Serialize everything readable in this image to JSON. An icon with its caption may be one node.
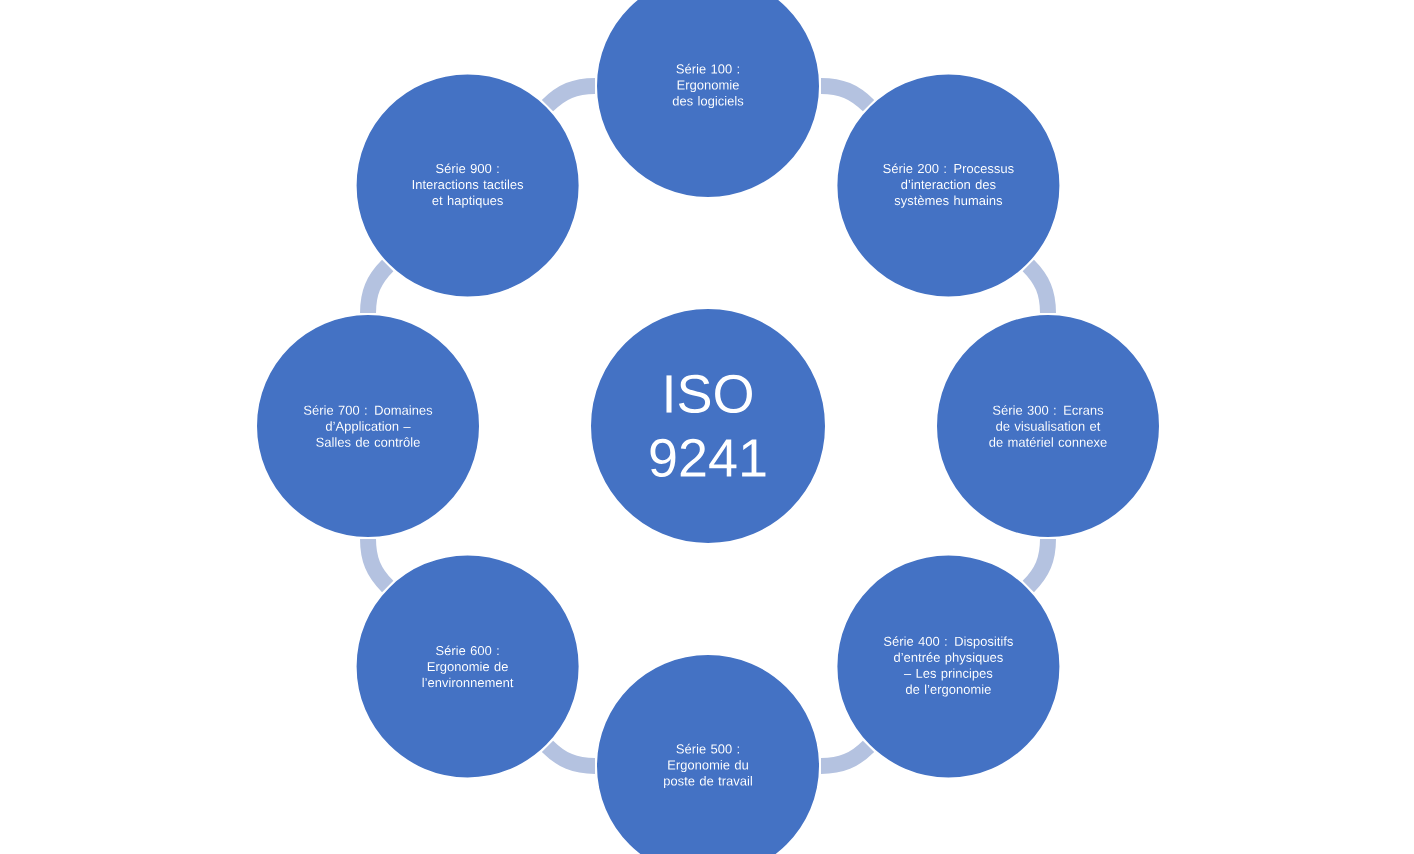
{
  "diagram": {
    "nodes": [
      {
        "text": [
          "ISO 9241"
        ]
      },
      {
        "text": [
          "Série 100 : Ergonomie des logiciels"
        ]
      },
      {
        "text": [
          "Série 200 : Processus d’interaction des systèmes humains"
        ]
      },
      {
        "text": [
          "Série 300 : Ecrans de visualisation et de matériel connexe"
        ]
      },
      {
        "text": [
          "Série 400 : Dispositifs d’entrée physiques – Les principes de l’ergonomie"
        ]
      },
      {
        "text": [
          "Série 500 : Ergonomie du poste de travail"
        ]
      },
      {
        "text": [
          "Série 600 : Ergonomie de l’environnement"
        ]
      },
      {
        "text": [
          "Série 700 : Domaines d’Application – Salles de contrôle"
        ]
      },
      {
        "text": [
          "Série 900 : Interactions tactiles et haptiques"
        ]
      }
    ],
    "edges": [
      {
        "from": 1,
        "to": 2,
        "arrow": "none"
      },
      {
        "from": 2,
        "to": 3,
        "arrow": "none"
      },
      {
        "from": 3,
        "to": 4,
        "arrow": "none"
      },
      {
        "from": 4,
        "to": 5,
        "arrow": "none"
      },
      {
        "from": 5,
        "to": 6,
        "arrow": "none"
      },
      {
        "from": 6,
        "to": 7,
        "arrow": "none"
      },
      {
        "from": 7,
        "to": 8,
        "arrow": "none"
      },
      {
        "from": 8,
        "to": 1,
        "arrow": "none"
      }
    ]
  }
}
